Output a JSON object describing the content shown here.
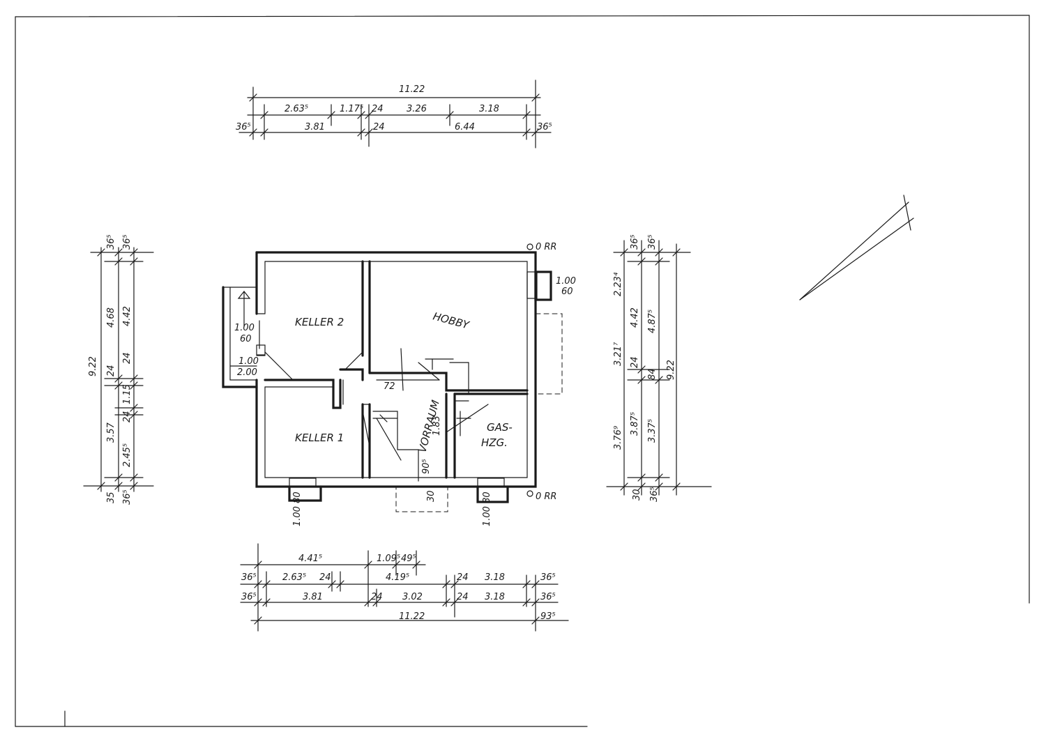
{
  "rooms": {
    "keller2": "KELLER 2",
    "hobby": "HOBBY",
    "keller1": "KELLER 1",
    "vorraum": "VORRAUM",
    "gas": "GAS-",
    "hzg": "HZG."
  },
  "top_dims": {
    "total": "11.22",
    "row1": [
      "2.63⁵",
      "1.17⁵",
      "24",
      "3.26",
      "3.18"
    ],
    "row2": [
      "36⁵",
      "3.81",
      "24",
      "6.44",
      "36⁵"
    ]
  },
  "bottom_dims": {
    "row1": [
      "4.41⁵",
      "1.09⁵",
      "49⁵"
    ],
    "row2": [
      "36⁵",
      "2.63⁵",
      "24",
      "4.19⁵",
      "24",
      "3.18",
      "36⁵"
    ],
    "row3": [
      "36⁵",
      "3.81",
      "24",
      "3.02",
      "24",
      "3.18",
      "36⁵"
    ],
    "total": "11.22",
    "extra": "93⁵"
  },
  "left_dims": {
    "total": "9.22",
    "col1": [
      "36⁵",
      "4.68",
      "24",
      "3.57",
      "35"
    ],
    "col2": [
      "36⁵",
      "4.42",
      "24",
      "1.15",
      "24",
      "2.45⁵",
      "36⁵"
    ]
  },
  "right_dims": {
    "col1": [
      "2.23⁴",
      "3.21⁷",
      "3.76⁹",
      "30"
    ],
    "col2": [
      "36⁵",
      "4.42",
      "24",
      "3.87⁵",
      "36⁵"
    ],
    "col3": [
      "36⁵",
      "4.87⁵",
      "84",
      "3.37⁵"
    ],
    "total": "9.22"
  },
  "windows": {
    "left_1": "1.00",
    "left_2": "60",
    "left_3": "1.00",
    "left_4": "2.00",
    "right_1": "1.00",
    "right_2": "60",
    "bottom_left": "1.00 80",
    "bottom_right": "1.00 80",
    "door_dim": "90⁵",
    "stair_dim": "1.83",
    "small_1": "30",
    "small_2": "72"
  },
  "levels": {
    "top_right": "0 RR",
    "bottom_right": "0 RR"
  }
}
